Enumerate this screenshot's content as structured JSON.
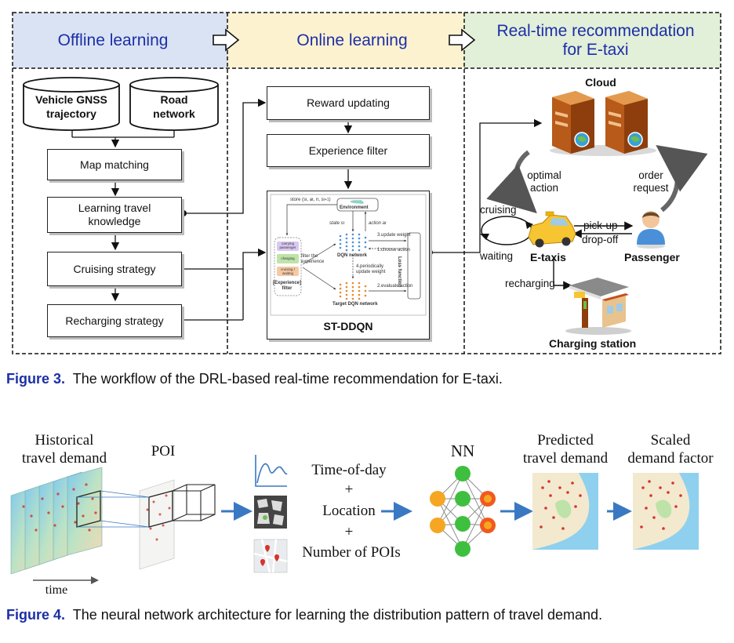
{
  "fig3": {
    "headers": {
      "offline": "Offline learning",
      "online": "Online learning",
      "realtime_line1": "Real-time recommendation",
      "realtime_line2": "for E-taxi"
    },
    "offline": {
      "db_vehicle_line1": "Vehicle GNSS",
      "db_vehicle_line2": "trajectory",
      "db_road_line1": "Road",
      "db_road_line2": "network",
      "map_matching": "Map matching",
      "learning_line1": "Learning travel",
      "learning_line2": "knowledge",
      "cruising": "Cruising strategy",
      "recharging": "Recharging strategy"
    },
    "online": {
      "reward": "Reward updating",
      "experience": "Experience filter",
      "model_title": "ST-DDQN",
      "mini": {
        "store": "store (s",
        "environment": "Environment",
        "state": "state s",
        "action": "action a",
        "update_weight": "3.update weight",
        "choose_action": "1.choose action",
        "dqn": "DQN network",
        "filter_line1": "filter the",
        "filter_line2": "experience",
        "periodic_line1": "4.periodically",
        "periodic_line2": "update weight",
        "evaluate": "2.evaluate action",
        "target": "Target DQN network",
        "loss": "Loss function",
        "exp_filter_line1": "[Experience]",
        "exp_filter_line2": "filter",
        "chip1": "carrying passenger",
        "chip2": "charging",
        "chip3": "cruising / waiting"
      }
    },
    "realtime": {
      "cloud": "Cloud",
      "optimal_line1": "optimal",
      "optimal_line2": "action",
      "order_line1": "order",
      "order_line2": "request",
      "cruising": "cruising",
      "waiting": "waiting",
      "pickup": "pick-up",
      "dropoff": "drop-off",
      "etaxis": "E-taxis",
      "passenger": "Passenger",
      "recharging": "recharging",
      "charging_station": "Charging station"
    },
    "caption_label": "Figure 3.",
    "caption_text": "The workflow of the DRL-based real-time recommendation for E-taxi."
  },
  "fig4": {
    "historical_line1": "Historical",
    "historical_line2": "travel demand",
    "poi": "POI",
    "time": "time",
    "time_of_day": "Time-of-day",
    "plus1": "+",
    "location": "Location",
    "plus2": "+",
    "num_pois": "Number of POIs",
    "nn": "NN",
    "predicted_line1": "Predicted",
    "predicted_line2": "travel demand",
    "scaled_line1": "Scaled",
    "scaled_line2": "demand factor",
    "caption_label": "Figure 4.",
    "caption_text": "The neural network architecture for learning the distribution pattern of travel demand."
  },
  "colors": {
    "header_blue_bg": "#dae3f3",
    "header_yellow_bg": "#fdf2d0",
    "header_green_bg": "#e2efd9",
    "title_blue": "#1c2fa6",
    "nn_orange": "#f5a623",
    "nn_green": "#3fbf3f",
    "nn_red": "#e0401b",
    "arrow_blue": "#3a78c2"
  }
}
